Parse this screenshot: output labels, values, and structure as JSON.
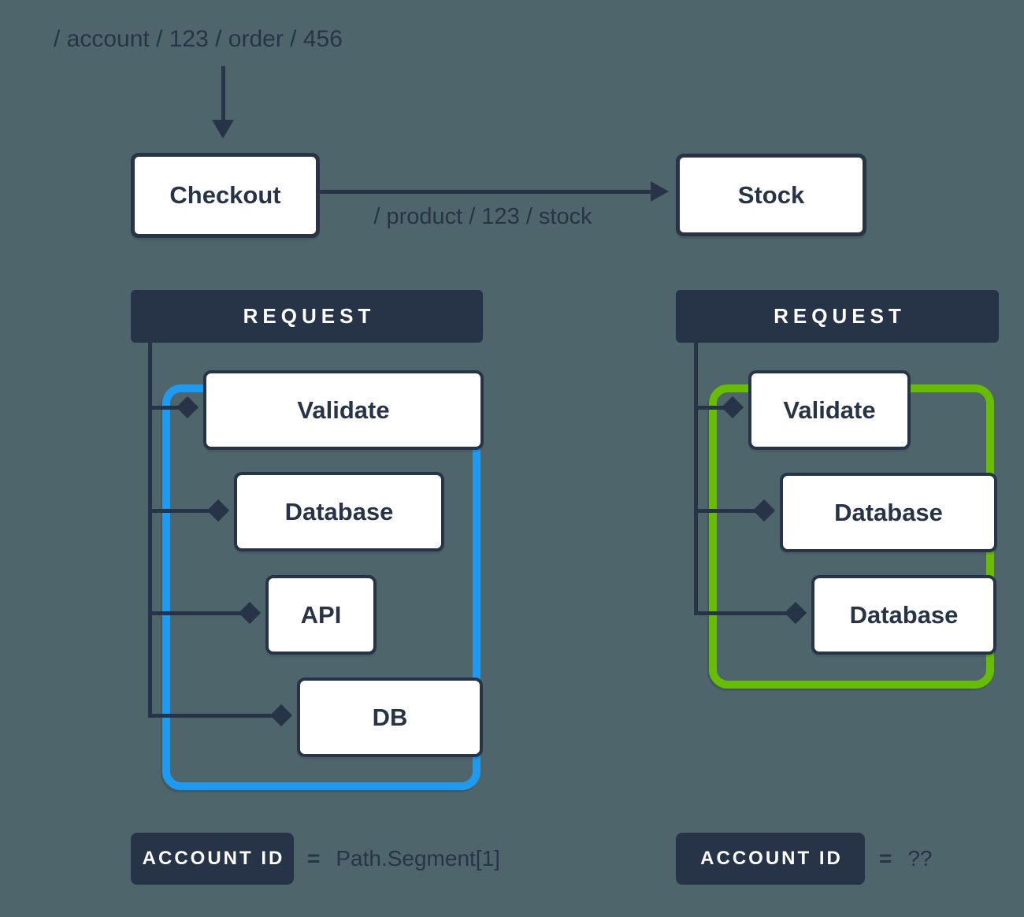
{
  "colors": {
    "background": "#4E666B",
    "ink": "#273447",
    "box_fill": "#FFFFFF",
    "trace_blue": "#1E9AF0",
    "trace_green": "#67BD03"
  },
  "incoming_request": {
    "path": "/ account / 123 / order / 456"
  },
  "service_flow": {
    "source": {
      "label": "Checkout"
    },
    "target": {
      "label": "Stock"
    },
    "call_path": "/ product / 123 / stock"
  },
  "checkout_trace": {
    "header": "REQUEST",
    "trace_color": "#1E9AF0",
    "steps": [
      {
        "label": "Validate"
      },
      {
        "label": "Database"
      },
      {
        "label": "API"
      },
      {
        "label": "DB"
      }
    ]
  },
  "stock_trace": {
    "header": "REQUEST",
    "trace_color": "#67BD03",
    "steps": [
      {
        "label": "Validate"
      },
      {
        "label": "Database"
      },
      {
        "label": "Database"
      }
    ]
  },
  "footer": {
    "checkout": {
      "badge": "ACCOUNT ID",
      "operator": "=",
      "value": "Path.Segment[1]"
    },
    "stock": {
      "badge": "ACCOUNT ID",
      "operator": "=",
      "value": "??"
    }
  }
}
